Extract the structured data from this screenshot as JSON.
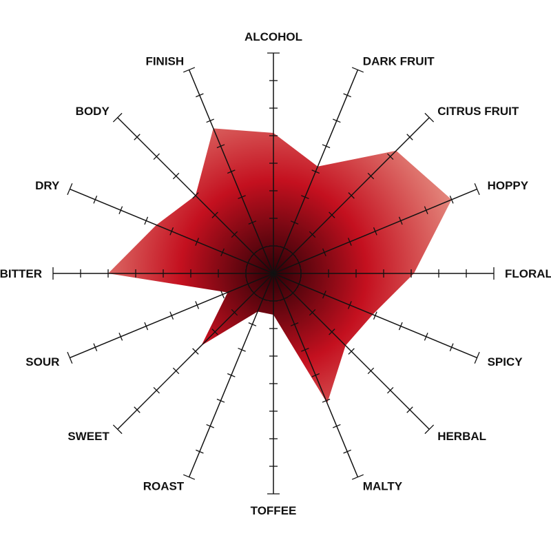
{
  "chart_data": {
    "type": "radar",
    "axes": [
      "ALCOHOL",
      "DARK FRUIT",
      "CITRUS FRUIT",
      "HOPPY",
      "FLORAL",
      "SPICY",
      "HERBAL",
      "MALTY",
      "TOFFEE",
      "ROAST",
      "SWEET",
      "SOUR",
      "BITTER",
      "DRY",
      "BODY",
      "FINISH"
    ],
    "scale": {
      "min": 0,
      "max": 8,
      "ticks": 8
    },
    "series": [
      {
        "values": [
          5.1,
          4.2,
          6.3,
          7.0,
          5.1,
          3.9,
          3.7,
          5.1,
          1.5,
          1.5,
          3.7,
          1.8,
          6.0,
          4.6,
          4.0,
          5.7
        ]
      }
    ],
    "colors": {
      "fill_center": "#2b0006",
      "fill_mid": "#c4101f",
      "fill_outer": "#e8988a",
      "axis": "#111111"
    }
  }
}
